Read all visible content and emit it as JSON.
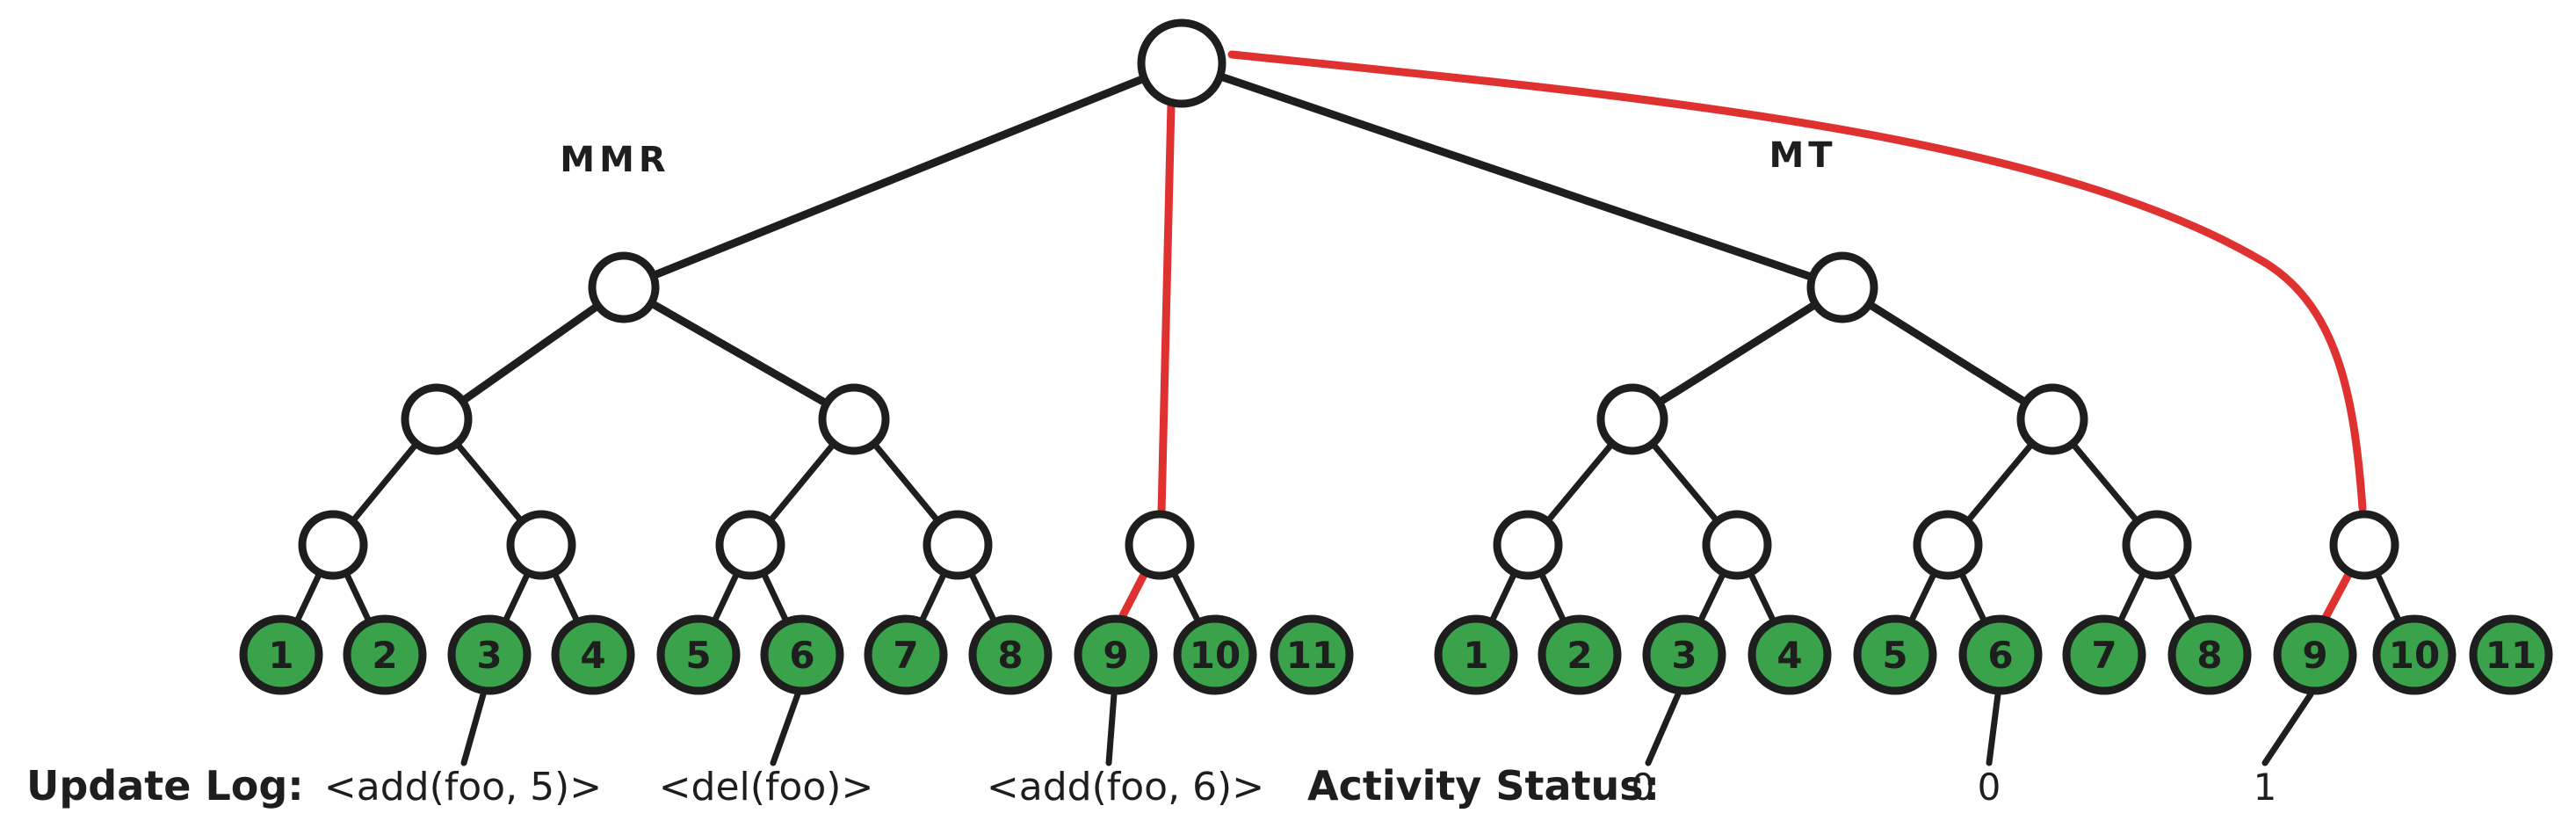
{
  "colors": {
    "ink": "#1e1e1e",
    "leaf_fill": "#39a24b",
    "node_fill": "#ffffff",
    "highlight_red": "#e03131"
  },
  "trees": {
    "mmr": {
      "label": "MMR",
      "leaves": [
        "1",
        "2",
        "3",
        "4",
        "5",
        "6",
        "7",
        "8",
        "9",
        "10",
        "11"
      ]
    },
    "mt": {
      "label": "MT",
      "leaves": [
        "1",
        "2",
        "3",
        "4",
        "5",
        "6",
        "7",
        "8",
        "9",
        "10",
        "11"
      ]
    }
  },
  "update_log": {
    "label": "Update Log:",
    "entries": [
      "<add(foo, 5)>",
      "<del(foo)>",
      "<add(foo, 6)>"
    ]
  },
  "activity_status": {
    "label": "Activity Status:",
    "values": [
      "0",
      "0",
      "1"
    ]
  }
}
